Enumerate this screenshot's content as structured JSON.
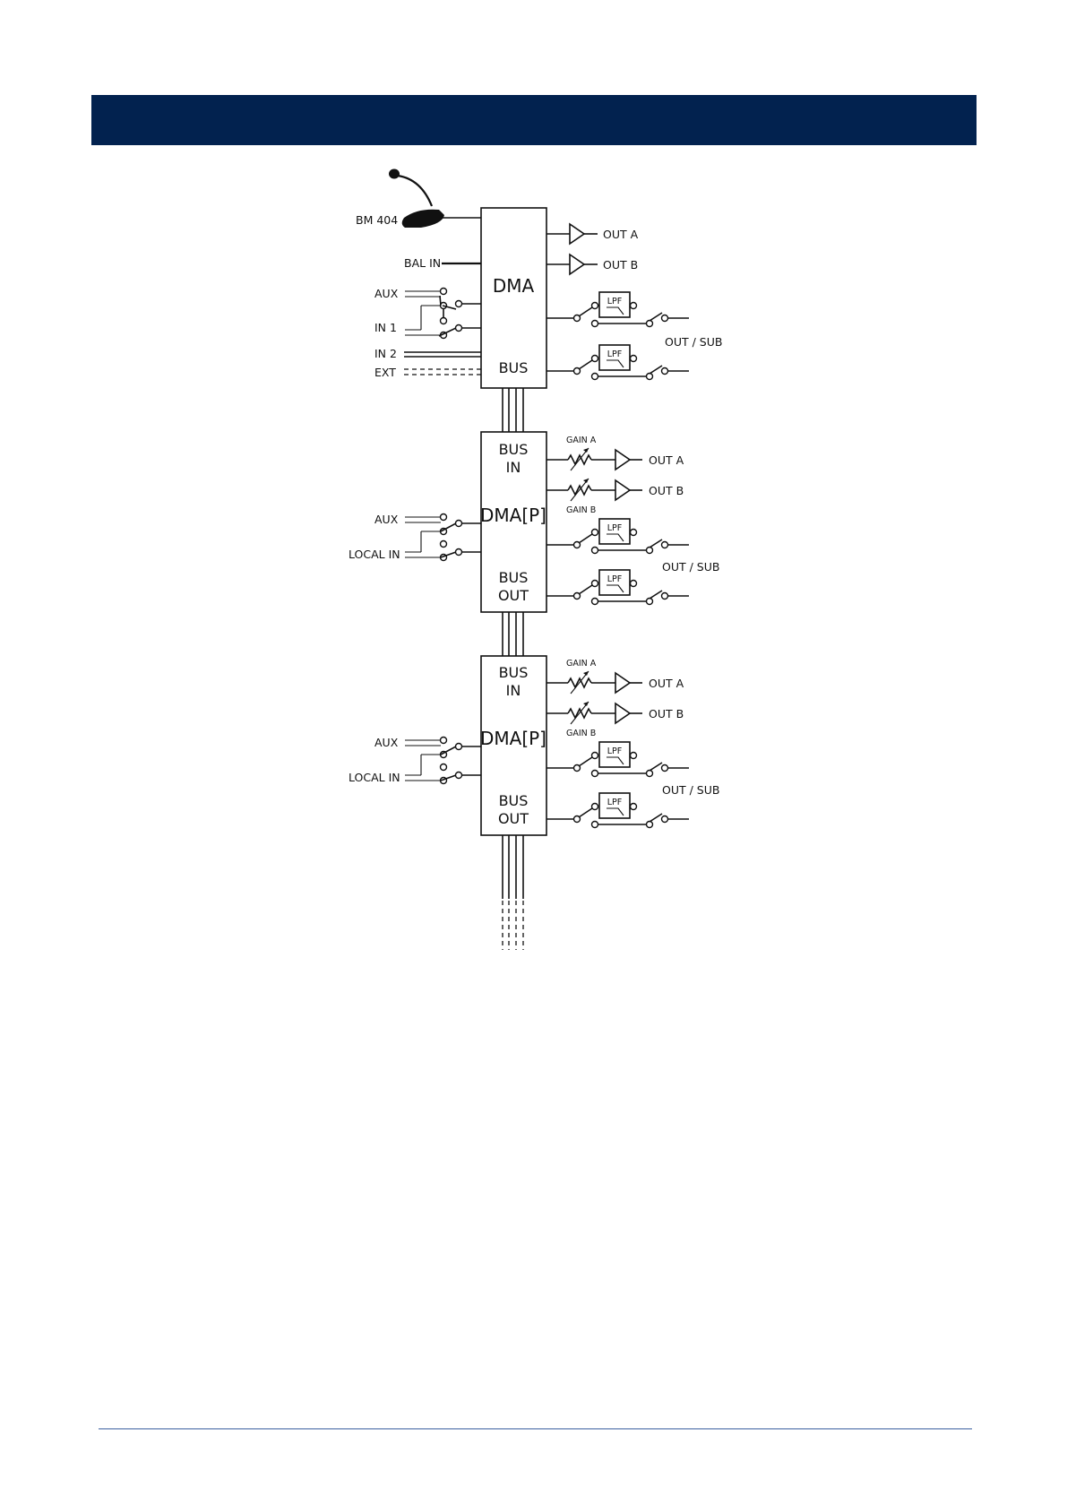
{
  "colors": {
    "header": "#02224f",
    "rule": "#3a5fa0"
  },
  "icons": [
    "microphone-icon"
  ],
  "module1": {
    "name": "DMA",
    "bus": "BUS",
    "mic": "BM 404",
    "inputs": {
      "bal_in": "BAL IN",
      "aux": "AUX",
      "in1": "IN 1",
      "in2": "IN 2",
      "ext": "EXT"
    },
    "out_a": "OUT A",
    "out_b": "OUT B",
    "lpf": "LPF",
    "out_sub": "OUT / SUB"
  },
  "module2": {
    "name": "DMA[P]",
    "bus_in": [
      "BUS",
      "IN"
    ],
    "bus_out": [
      "BUS",
      "OUT"
    ],
    "aux": "AUX",
    "local_in": "LOCAL IN",
    "gain_a": "GAIN A",
    "gain_b": "GAIN B",
    "out_a": "OUT A",
    "out_b": "OUT B",
    "lpf": "LPF",
    "out_sub": "OUT / SUB"
  },
  "module3": {
    "name": "DMA[P]",
    "bus_in": [
      "BUS",
      "IN"
    ],
    "bus_out": [
      "BUS",
      "OUT"
    ],
    "aux": "AUX",
    "local_in": "LOCAL IN",
    "gain_a": "GAIN A",
    "gain_b": "GAIN B",
    "out_a": "OUT A",
    "out_b": "OUT B",
    "lpf": "LPF",
    "out_sub": "OUT / SUB"
  }
}
